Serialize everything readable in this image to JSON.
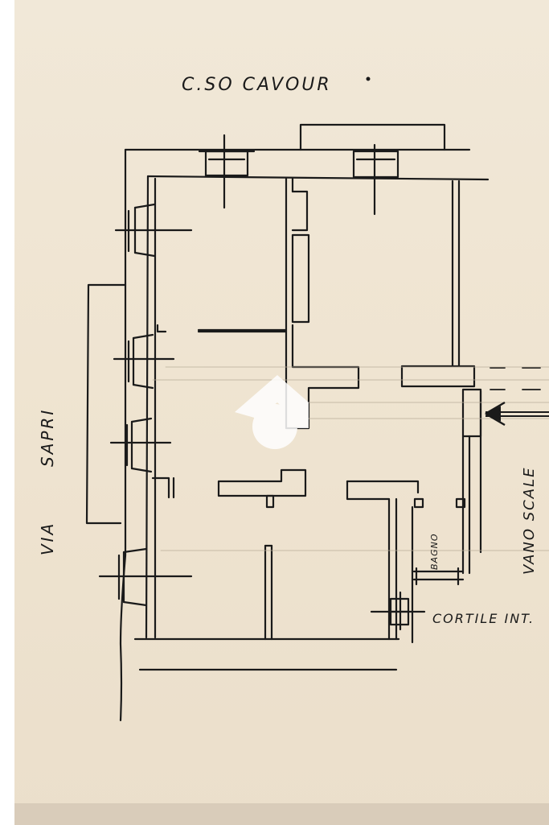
{
  "labels": {
    "top_street": "C.SO CAVOUR",
    "left_street_1": "VIA",
    "left_street_2": "SAPRI",
    "stairs": "VANO SCALE",
    "bathroom": "BAGNO",
    "courtyard": "CORTILE INT."
  },
  "colors": {
    "paper": "#efe4d1",
    "ink": "#1a1a1a",
    "watermark": "#ffffff"
  },
  "icons": {
    "watermark": "house-logo-icon",
    "entrance": "entrance-arrow-icon"
  }
}
